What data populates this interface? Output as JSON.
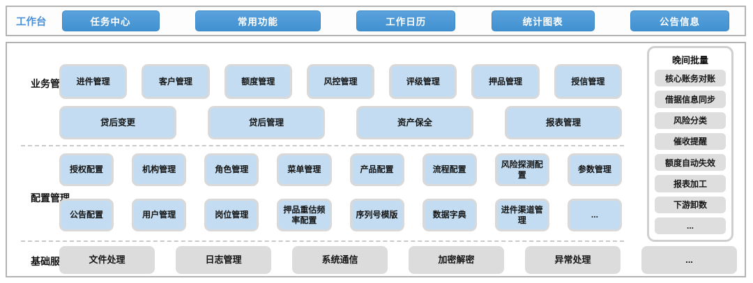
{
  "topbar": {
    "label": "工作台",
    "buttons": [
      "任务中心",
      "常用功能",
      "工作日历",
      "统计图表",
      "公告信息"
    ]
  },
  "sections": {
    "business": {
      "label": "业务管理",
      "row1": [
        "进件管理",
        "客户管理",
        "额度管理",
        "风控管理",
        "评级管理",
        "押品管理",
        "授信管理"
      ],
      "row2": [
        "贷后变更",
        "贷后管理",
        "资产保全",
        "报表管理"
      ]
    },
    "config": {
      "label": "配置管理",
      "row1": [
        "授权配置",
        "机构管理",
        "角色管理",
        "菜单管理",
        "产品配置",
        "流程配置",
        "风险探测配置",
        "参数管理"
      ],
      "row2": [
        "公告配置",
        "用户管理",
        "岗位管理",
        "押品重估频率配置",
        "序列号模版",
        "数据字典",
        "进件渠道管理",
        "..."
      ]
    },
    "base": {
      "label": "基础服务",
      "items": [
        "文件处理",
        "日志管理",
        "系统通信",
        "加密解密",
        "异常处理",
        "..."
      ]
    },
    "night": {
      "title": "晚间批量",
      "items": [
        "核心账务对账",
        "借据信息同步",
        "风险分类",
        "催收提醒",
        "额度自动失效",
        "报表加工",
        "下游卸数",
        "..."
      ]
    }
  },
  "colors": {
    "accent_blue": "#4a90d6",
    "button_blue": "#4f9bd8",
    "tile_blue": "#c3dcf1",
    "tile_gray": "#dcdcdc",
    "border_gray": "#b3b3b3"
  }
}
